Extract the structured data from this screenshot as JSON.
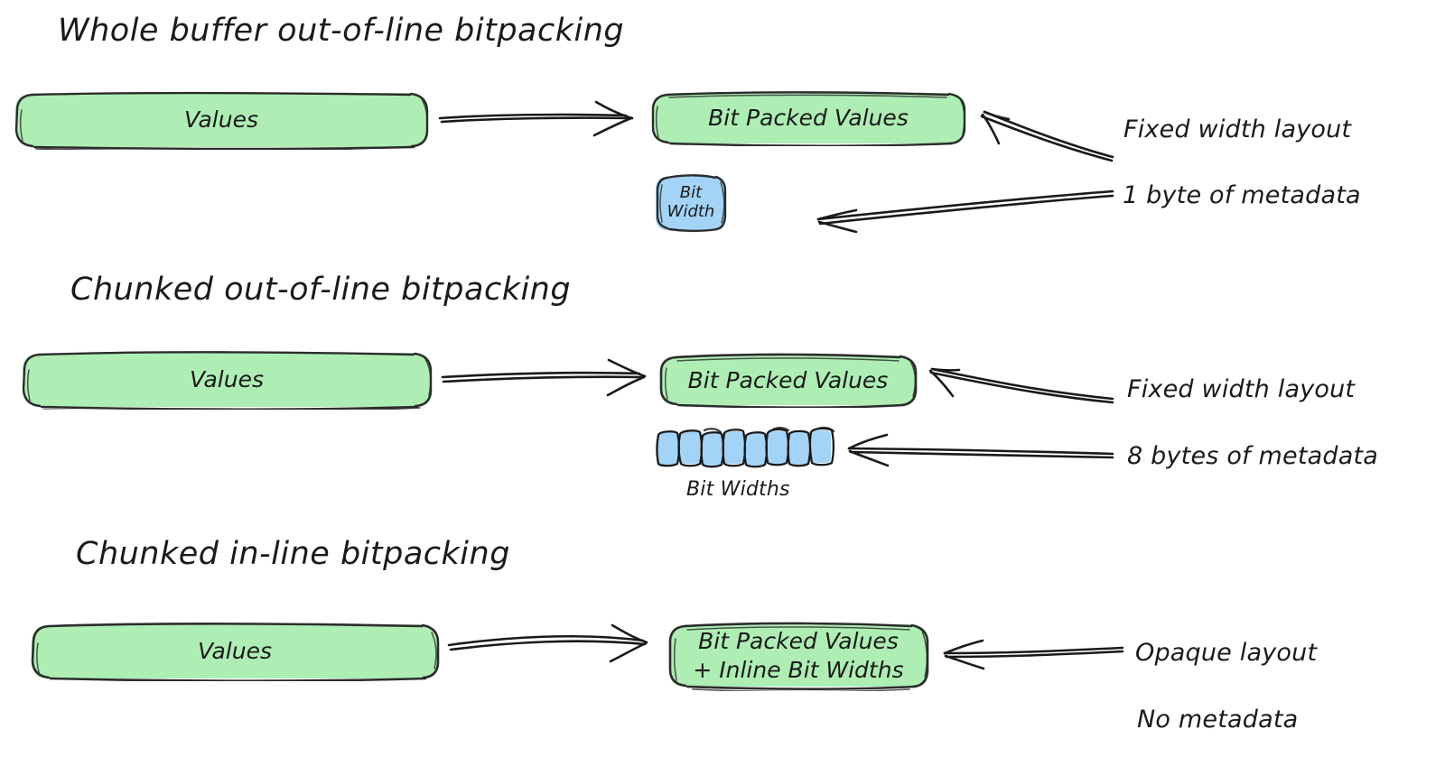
{
  "page": {
    "title": "Bitpacking layout comparison diagram",
    "background": "#ffffff",
    "ink": "#1a1a1a",
    "green": "#aeeeb4",
    "blue": "#a3d4f7"
  },
  "sections": [
    {
      "heading": "Whole buffer out-of-line bitpacking",
      "source_box": "Values",
      "target_box": "Bit Packed Values",
      "meta_box": "Bit\nWidth",
      "meta_box_line1": "Bit",
      "meta_box_line2": "Width",
      "annotation_layout": "Fixed width layout",
      "annotation_metadata": "1 byte of metadata"
    },
    {
      "heading": "Chunked out-of-line bitpacking",
      "source_box": "Values",
      "target_box": "Bit Packed Values",
      "meta_caption": "Bit Widths",
      "meta_chunk_count": 8,
      "annotation_layout": "Fixed width layout",
      "annotation_metadata": "8 bytes of metadata"
    },
    {
      "heading": "Chunked in-line bitpacking",
      "source_box": "Values",
      "target_box_line1": "Bit Packed Values",
      "target_box_line2": "+ Inline Bit Widths",
      "annotation_layout": "Opaque layout",
      "annotation_metadata": "No metadata"
    }
  ]
}
